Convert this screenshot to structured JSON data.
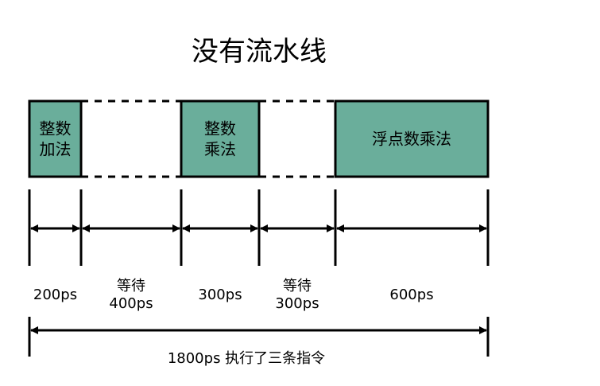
{
  "diagram": {
    "title": "没有流水线",
    "colors": {
      "box_fill": "#6aae9b",
      "stroke": "#000000",
      "background": "#ffffff"
    },
    "segments": [
      {
        "kind": "instruction",
        "label_lines": [
          "整数",
          "加法"
        ],
        "duration_lines": [
          "200ps"
        ]
      },
      {
        "kind": "wait",
        "label_lines": [],
        "duration_lines": [
          "等待",
          "400ps"
        ]
      },
      {
        "kind": "instruction",
        "label_lines": [
          "整数",
          "乘法"
        ],
        "duration_lines": [
          "300ps"
        ]
      },
      {
        "kind": "wait",
        "label_lines": [],
        "duration_lines": [
          "等待",
          "300ps"
        ]
      },
      {
        "kind": "instruction",
        "label_lines": [
          "浮点数乘法"
        ],
        "duration_lines": [
          "600ps"
        ]
      }
    ],
    "total_label": "1800ps 执行了三条指令"
  }
}
